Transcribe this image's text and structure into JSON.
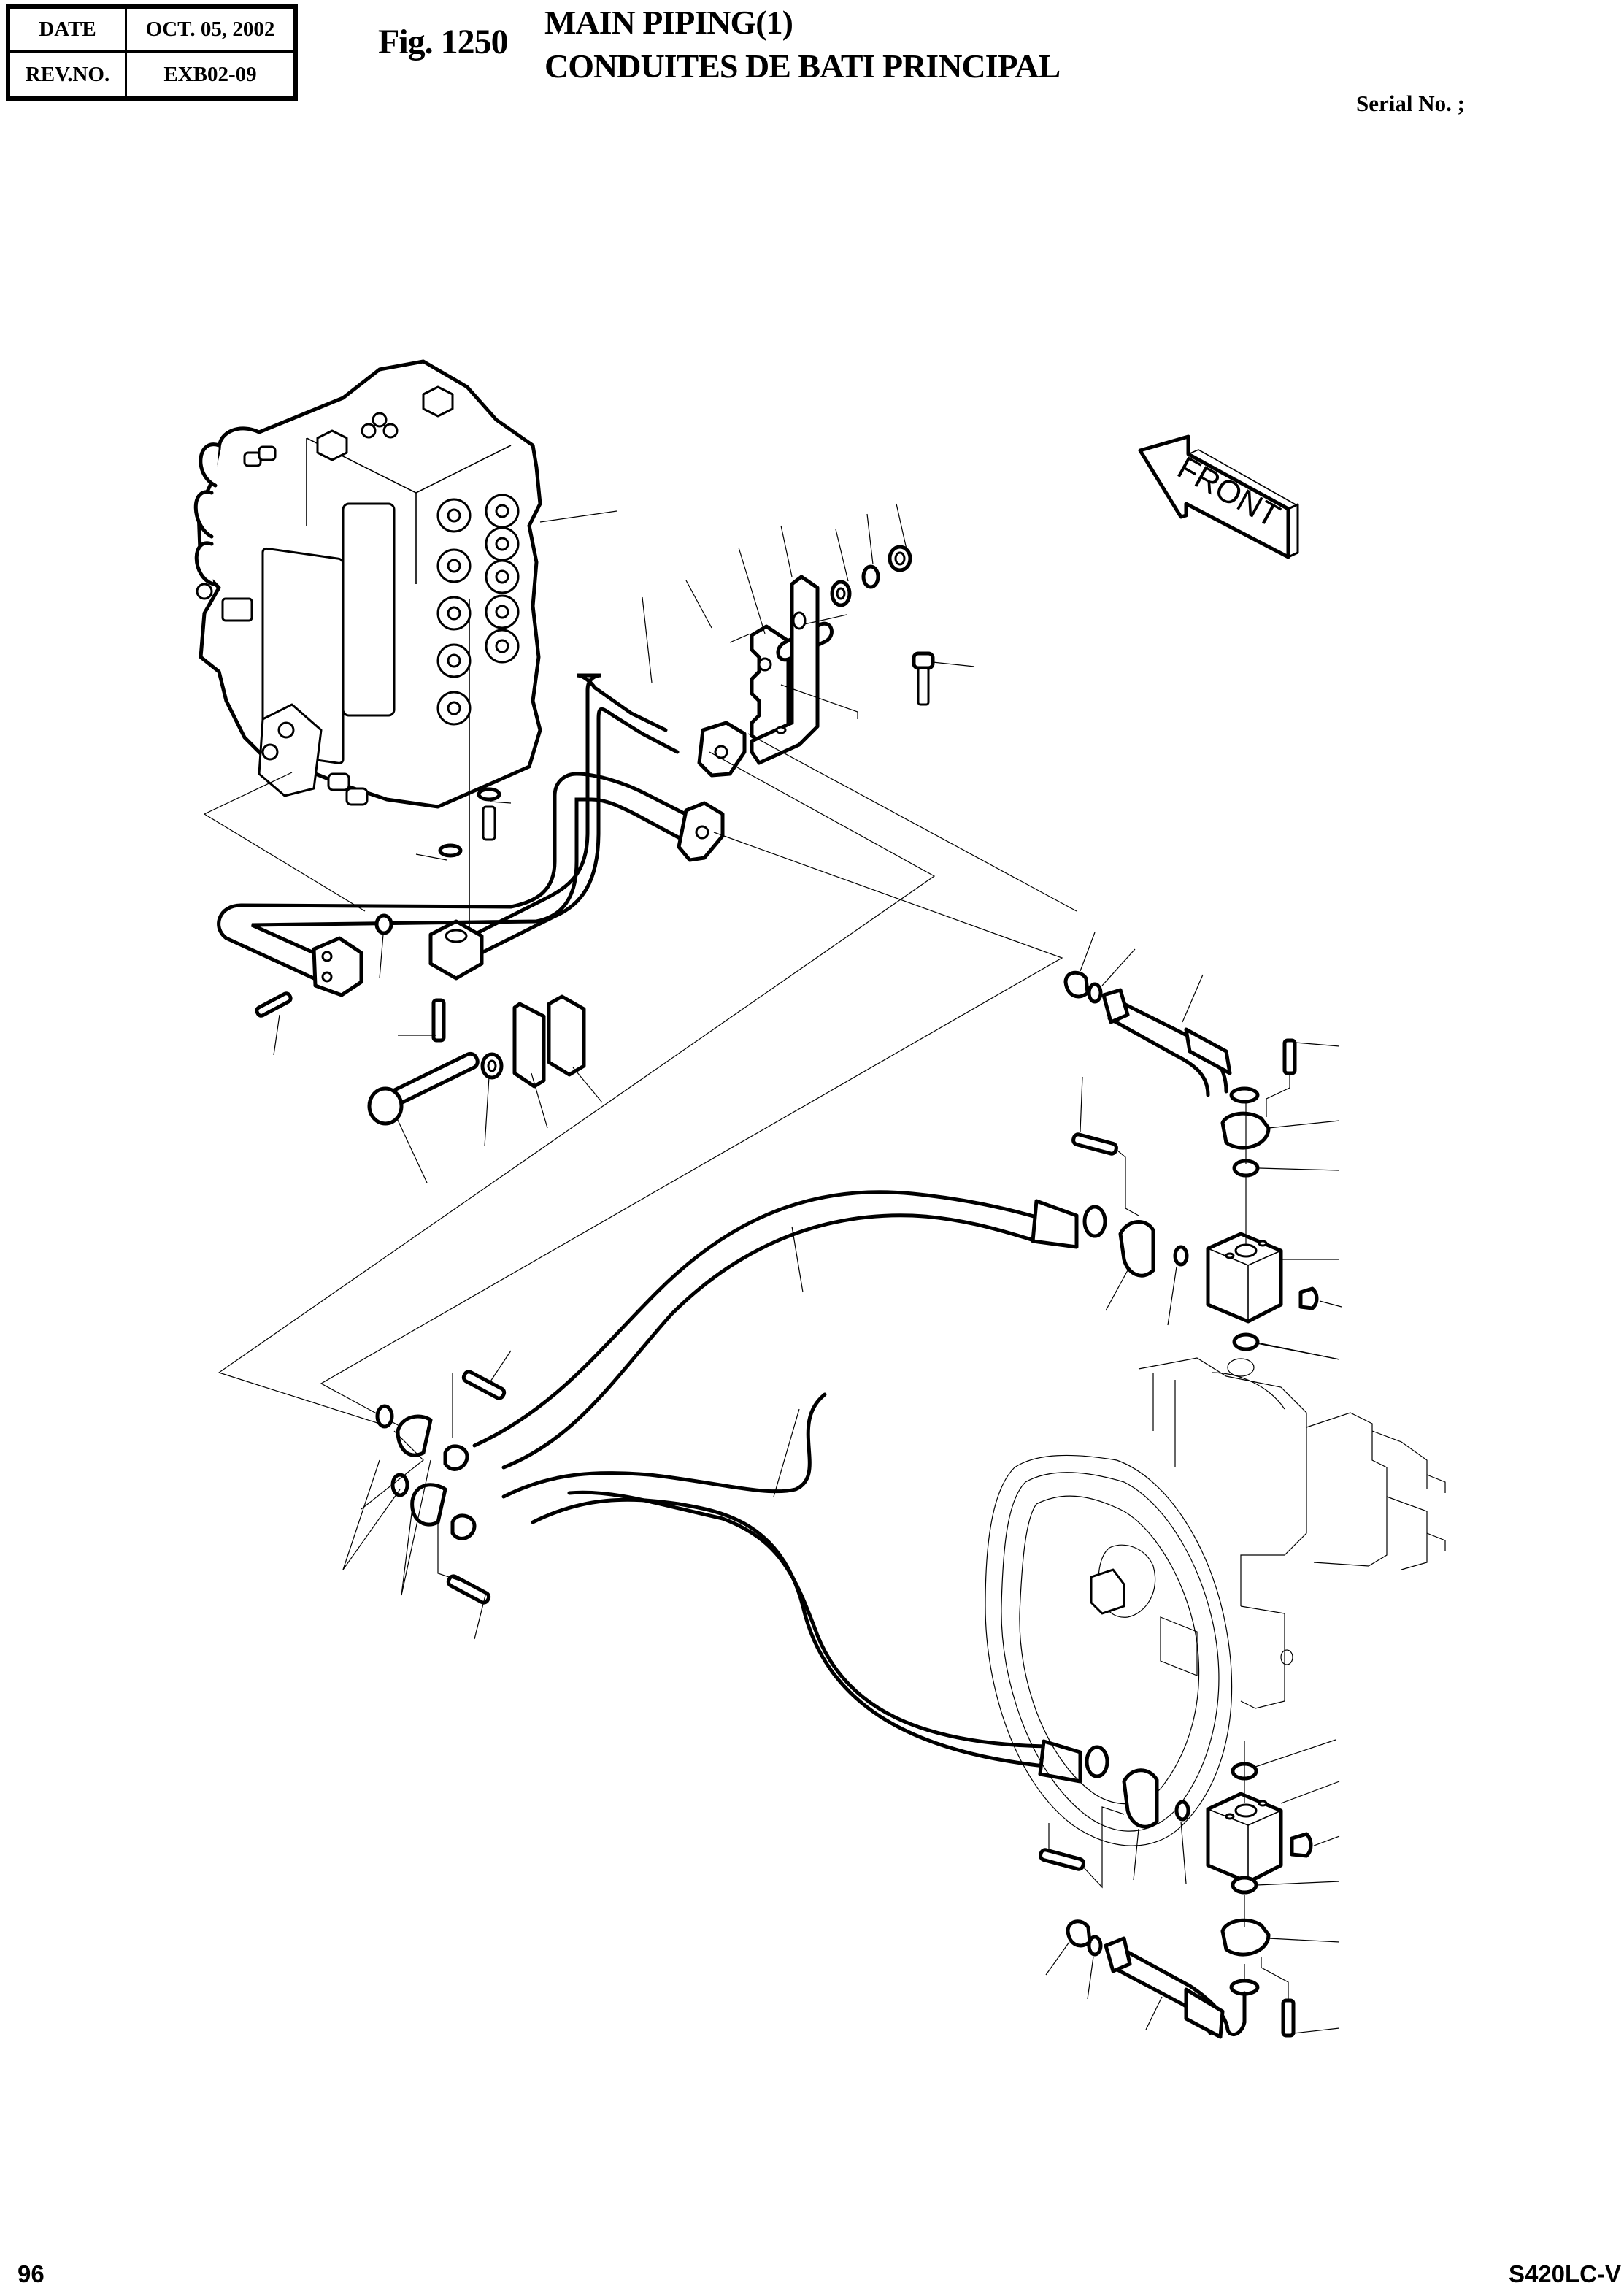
{
  "header": {
    "date_label": "DATE",
    "date_value": "OCT. 05, 2002",
    "rev_label": "REV.NO.",
    "rev_value": "EXB02-09"
  },
  "title": {
    "figure": "Fig. 1250",
    "english": "MAIN PIPING(1)",
    "french": "CONDUITES DE BATI PRINCIPAL"
  },
  "serial": "Serial No. ;",
  "drawing": {
    "front_arrow_label": "FRONT",
    "components": [
      "main-control-valve",
      "pipe-assembly-upper",
      "pipe-assembly-lower",
      "pipe-clamp",
      "spacer-pin",
      "bracket",
      "spring-washer",
      "lock-washer",
      "nut",
      "bolt",
      "o-ring",
      "split-flange",
      "hose-upper",
      "hose-lower",
      "adapter-block-upper",
      "adapter-block-lower",
      "elbow-hose-upper",
      "elbow-hose-lower",
      "main-pump",
      "plug",
      "socket-bolt"
    ]
  },
  "footer": {
    "page_number": "96",
    "model": "S420LC-V"
  }
}
